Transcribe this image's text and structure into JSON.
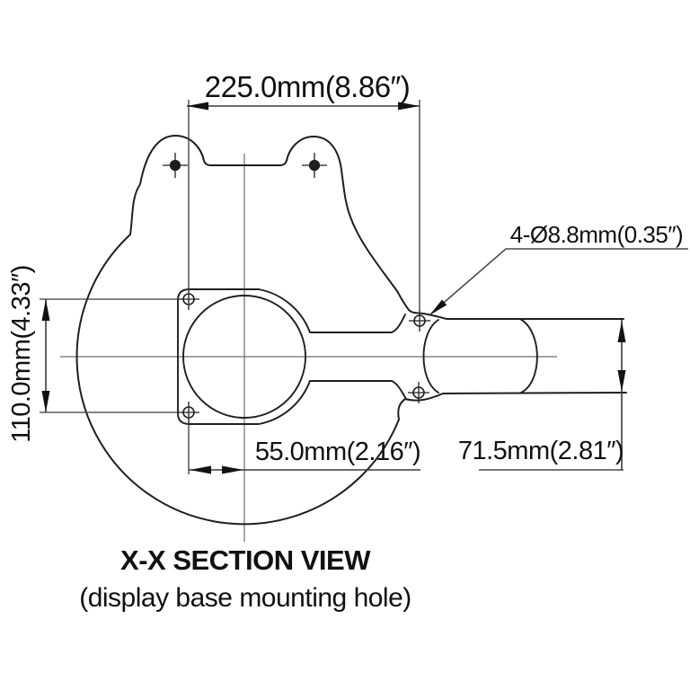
{
  "drawing": {
    "title": "X-X SECTION VIEW",
    "subtitle": "(display base mounting hole)",
    "dimensions": {
      "top_width": "225.0mm(8.86″)",
      "hole_spec": "4-Ø8.8mm(0.35″)",
      "left_height": "110.0mm(4.33″)",
      "center_offset": "55.0mm(2.16″)",
      "neck_width": "71.5mm(2.81″)"
    }
  },
  "colors": {
    "background": "#ffffff",
    "line": "#1f1f1f",
    "dim-line": "#3a3a3a",
    "centerline": "#6e6e6e",
    "text": "#111111"
  }
}
